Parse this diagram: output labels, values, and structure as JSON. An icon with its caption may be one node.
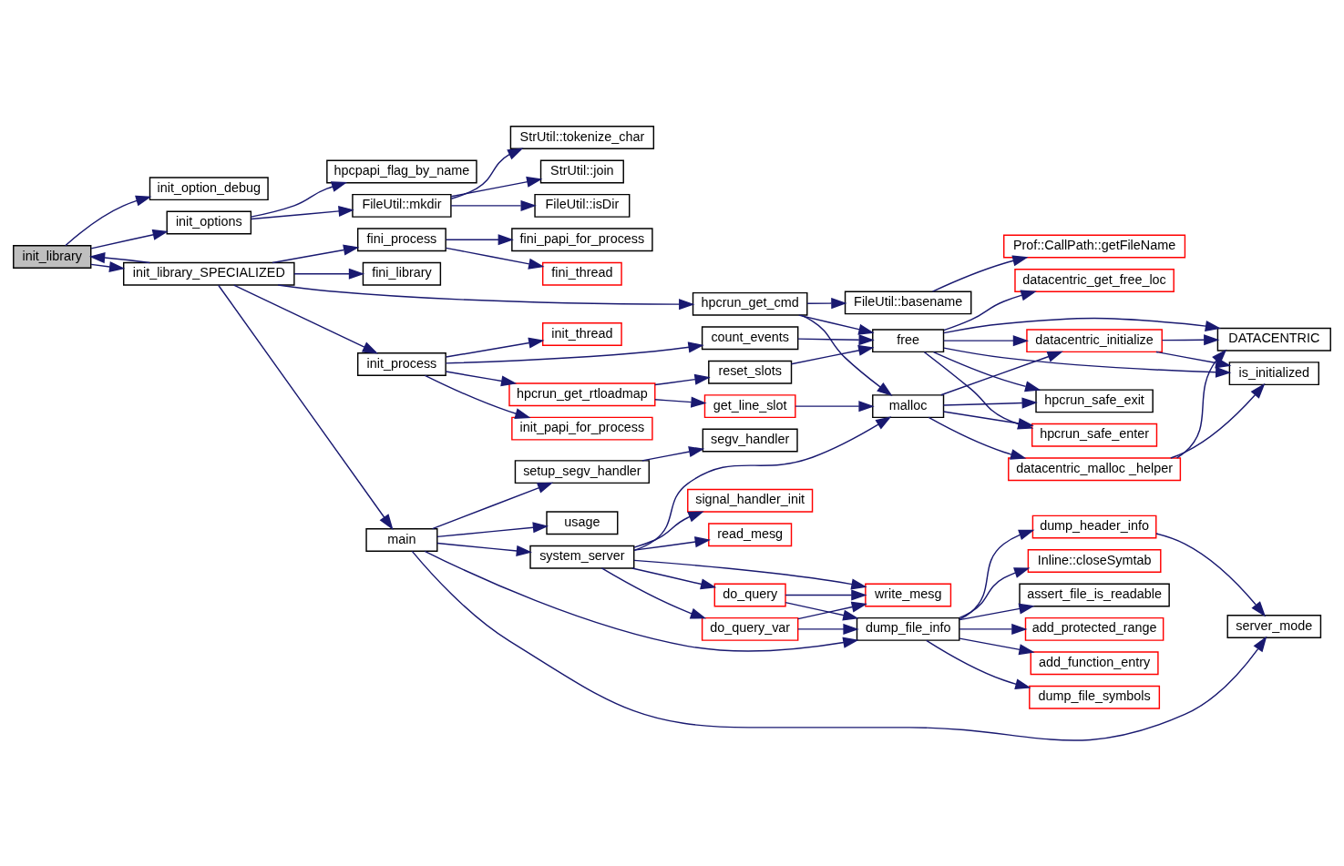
{
  "diagram": {
    "nodes": [
      {
        "text": [
          "init_library"
        ]
      },
      {
        "text": [
          "init_option_debug"
        ]
      },
      {
        "text": [
          "init_options"
        ]
      },
      {
        "text": [
          "init_library_SPECIALIZED"
        ]
      },
      {
        "text": [
          "hpcpapi_flag_by_name"
        ]
      },
      {
        "text": [
          "FileUtil::mkdir"
        ]
      },
      {
        "text": [
          "StrUtil::tokenize_char"
        ]
      },
      {
        "text": [
          "StrUtil::join"
        ]
      },
      {
        "text": [
          "FileUtil::isDir"
        ]
      },
      {
        "text": [
          "fini_process"
        ]
      },
      {
        "text": [
          "fini_library"
        ]
      },
      {
        "text": [
          "fini_papi_for_process"
        ]
      },
      {
        "text": [
          "fini_thread"
        ]
      },
      {
        "text": [
          "hpcrun_get_cmd"
        ]
      },
      {
        "text": [
          "init_process"
        ]
      },
      {
        "text": [
          "main"
        ]
      },
      {
        "text": [
          "init_thread"
        ]
      },
      {
        "text": [
          "count_events"
        ]
      },
      {
        "text": [
          "hpcrun_get_rtloadmap"
        ]
      },
      {
        "text": [
          "init_papi_for_process"
        ]
      },
      {
        "text": [
          "FileUtil::basename"
        ]
      },
      {
        "text": [
          "Prof::CallPath::getFileName"
        ]
      },
      {
        "text": [
          "free"
        ]
      },
      {
        "text": [
          "reset_slots"
        ]
      },
      {
        "text": [
          "get_line_slot"
        ]
      },
      {
        "text": [
          "malloc"
        ]
      },
      {
        "text": [
          "datacentric_get_free_loc"
        ]
      },
      {
        "text": [
          "datacentric_initialize"
        ]
      },
      {
        "text": [
          "DATACENTRIC"
        ]
      },
      {
        "text": [
          "is_initialized"
        ]
      },
      {
        "text": [
          "hpcrun_safe_exit"
        ]
      },
      {
        "text": [
          "hpcrun_safe_enter"
        ]
      },
      {
        "text": [
          "datacentric_malloc _helper"
        ]
      },
      {
        "text": [
          "setup_segv_handler"
        ]
      },
      {
        "text": [
          "segv_handler"
        ]
      },
      {
        "text": [
          "usage"
        ]
      },
      {
        "text": [
          "system_server"
        ]
      },
      {
        "text": [
          "signal_handler_init"
        ]
      },
      {
        "text": [
          "read_mesg"
        ]
      },
      {
        "text": [
          "do_query"
        ]
      },
      {
        "text": [
          "do_query_var"
        ]
      },
      {
        "text": [
          "dump_file_info"
        ]
      },
      {
        "text": [
          "write_mesg"
        ]
      },
      {
        "text": [
          "dump_header_info"
        ]
      },
      {
        "text": [
          "Inline::closeSymtab"
        ]
      },
      {
        "text": [
          "assert_file_is_readable"
        ]
      },
      {
        "text": [
          "add_protected_range"
        ]
      },
      {
        "text": [
          "add_function_entry"
        ]
      },
      {
        "text": [
          "dump_file_symbols"
        ]
      },
      {
        "text": [
          "server_mode"
        ]
      }
    ],
    "edges": [
      {
        "from": 0,
        "to": 1,
        "arrow": "to"
      },
      {
        "from": 0,
        "to": 2,
        "arrow": "to"
      },
      {
        "from": 0,
        "to": 3,
        "arrow": "to"
      },
      {
        "from": 3,
        "to": 0,
        "arrow": "to"
      },
      {
        "from": 2,
        "to": 4,
        "arrow": "to"
      },
      {
        "from": 2,
        "to": 5,
        "arrow": "to"
      },
      {
        "from": 5,
        "to": 6,
        "arrow": "to"
      },
      {
        "from": 5,
        "to": 7,
        "arrow": "to"
      },
      {
        "from": 5,
        "to": 8,
        "arrow": "to"
      },
      {
        "from": 3,
        "to": 9,
        "arrow": "to"
      },
      {
        "from": 3,
        "to": 10,
        "arrow": "to"
      },
      {
        "from": 3,
        "to": 13,
        "arrow": "to"
      },
      {
        "from": 3,
        "to": 14,
        "arrow": "to"
      },
      {
        "from": 3,
        "to": 15,
        "arrow": "to"
      },
      {
        "from": 9,
        "to": 11,
        "arrow": "to"
      },
      {
        "from": 9,
        "to": 12,
        "arrow": "to"
      },
      {
        "from": 14,
        "to": 16,
        "arrow": "to"
      },
      {
        "from": 14,
        "to": 17,
        "arrow": "to"
      },
      {
        "from": 14,
        "to": 18,
        "arrow": "to"
      },
      {
        "from": 14,
        "to": 19,
        "arrow": "to"
      },
      {
        "from": 13,
        "to": 20,
        "arrow": "to"
      },
      {
        "from": 13,
        "to": 22,
        "arrow": "to"
      },
      {
        "from": 13,
        "to": 25,
        "arrow": "to"
      },
      {
        "from": 20,
        "to": 21,
        "arrow": "to"
      },
      {
        "from": 17,
        "to": 22,
        "arrow": "to"
      },
      {
        "from": 18,
        "to": 23,
        "arrow": "to"
      },
      {
        "from": 18,
        "to": 24,
        "arrow": "to"
      },
      {
        "from": 23,
        "to": 22,
        "arrow": "to"
      },
      {
        "from": 24,
        "to": 25,
        "arrow": "to"
      },
      {
        "from": 22,
        "to": 28,
        "arrow": "to"
      },
      {
        "from": 22,
        "to": 26,
        "arrow": "to"
      },
      {
        "from": 22,
        "to": 27,
        "arrow": "to"
      },
      {
        "from": 22,
        "to": 29,
        "arrow": "to"
      },
      {
        "from": 22,
        "to": 30,
        "arrow": "to"
      },
      {
        "from": 22,
        "to": 31,
        "arrow": "to"
      },
      {
        "from": 27,
        "to": 28,
        "arrow": "to"
      },
      {
        "from": 27,
        "to": 29,
        "arrow": "to"
      },
      {
        "from": 25,
        "to": 27,
        "arrow": "to"
      },
      {
        "from": 25,
        "to": 30,
        "arrow": "to"
      },
      {
        "from": 25,
        "to": 31,
        "arrow": "to"
      },
      {
        "from": 25,
        "to": 32,
        "arrow": "to"
      },
      {
        "from": 32,
        "to": 28,
        "arrow": "to"
      },
      {
        "from": 32,
        "to": 29,
        "arrow": "to"
      },
      {
        "from": 15,
        "to": 33,
        "arrow": "to"
      },
      {
        "from": 15,
        "to": 35,
        "arrow": "to"
      },
      {
        "from": 15,
        "to": 41,
        "arrow": "to"
      },
      {
        "from": 15,
        "to": 36,
        "arrow": "to"
      },
      {
        "from": 15,
        "to": 49,
        "arrow": "to"
      },
      {
        "from": 33,
        "to": 34,
        "arrow": "to"
      },
      {
        "from": 36,
        "to": 25,
        "arrow": "to"
      },
      {
        "from": 36,
        "to": 37,
        "arrow": "to"
      },
      {
        "from": 36,
        "to": 38,
        "arrow": "to"
      },
      {
        "from": 36,
        "to": 39,
        "arrow": "to"
      },
      {
        "from": 36,
        "to": 40,
        "arrow": "to"
      },
      {
        "from": 36,
        "to": 42,
        "arrow": "to"
      },
      {
        "from": 39,
        "to": 41,
        "arrow": "to"
      },
      {
        "from": 39,
        "to": 42,
        "arrow": "to"
      },
      {
        "from": 40,
        "to": 41,
        "arrow": "to"
      },
      {
        "from": 40,
        "to": 42,
        "arrow": "to"
      },
      {
        "from": 41,
        "to": 43,
        "arrow": "to"
      },
      {
        "from": 41,
        "to": 44,
        "arrow": "to"
      },
      {
        "from": 41,
        "to": 45,
        "arrow": "to"
      },
      {
        "from": 41,
        "to": 46,
        "arrow": "to"
      },
      {
        "from": 41,
        "to": 47,
        "arrow": "to"
      },
      {
        "from": 41,
        "to": 48,
        "arrow": "to"
      },
      {
        "from": 43,
        "to": 49,
        "arrow": "to"
      }
    ]
  }
}
